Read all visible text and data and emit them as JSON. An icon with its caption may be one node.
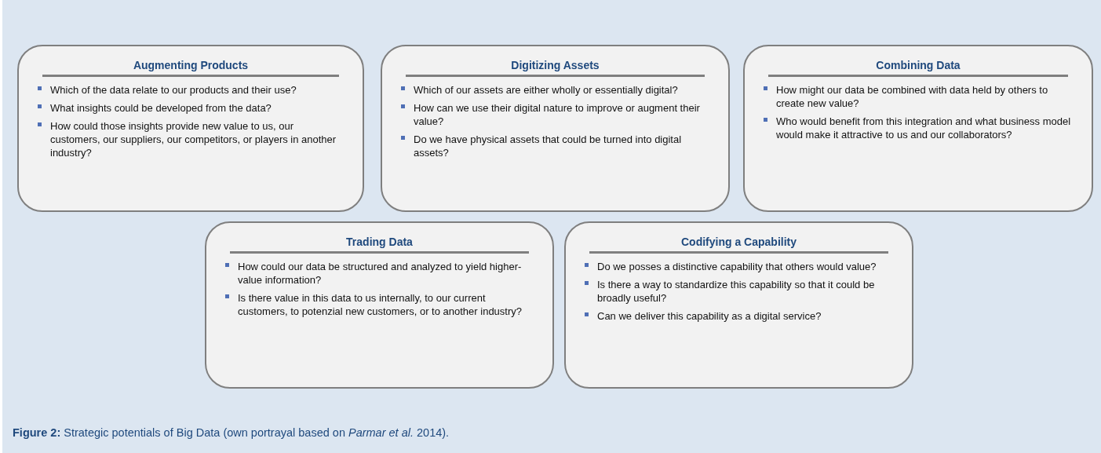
{
  "diagram": {
    "caption": "**Figure 2:** Strategic potentials of Big Data (own portrayal based on *Parmar et al.* 2014).",
    "nodes": [
      {
        "text": [
          "Augmenting Products",
          "Which of the data relate to our products and their use?",
          "What insights could be developed from the data?",
          "How could those insights provide new value to us, our customers, our suppliers, our competitors, or players in another industry?"
        ]
      },
      {
        "text": [
          "Digitizing Assets",
          "Which of our assets are either wholly or essentially digital?",
          "How can we use their digital nature to improve or augment their value?",
          "Do we have physical assets that could be turned into digital assets?"
        ]
      },
      {
        "text": [
          "Combining Data",
          "How might our data be combined with data held by others to create new value?",
          "Who would benefit from this integration and what business model would make it attractive to us and our collaborators?"
        ]
      },
      {
        "text": [
          "Trading Data",
          "How could our data be structured and analyzed to yield higher-value information?",
          "Is there value in this data to us internally, to our current customers, to potenzial new customers, or to another industry?"
        ]
      },
      {
        "text": [
          "Codifying a Capability",
          "Do we posses a distinctive capability that others would value?",
          "Is there a way to standardize this capability so that it could be broadly useful?",
          "Can we deliver this capability as a digital service?"
        ]
      }
    ]
  }
}
